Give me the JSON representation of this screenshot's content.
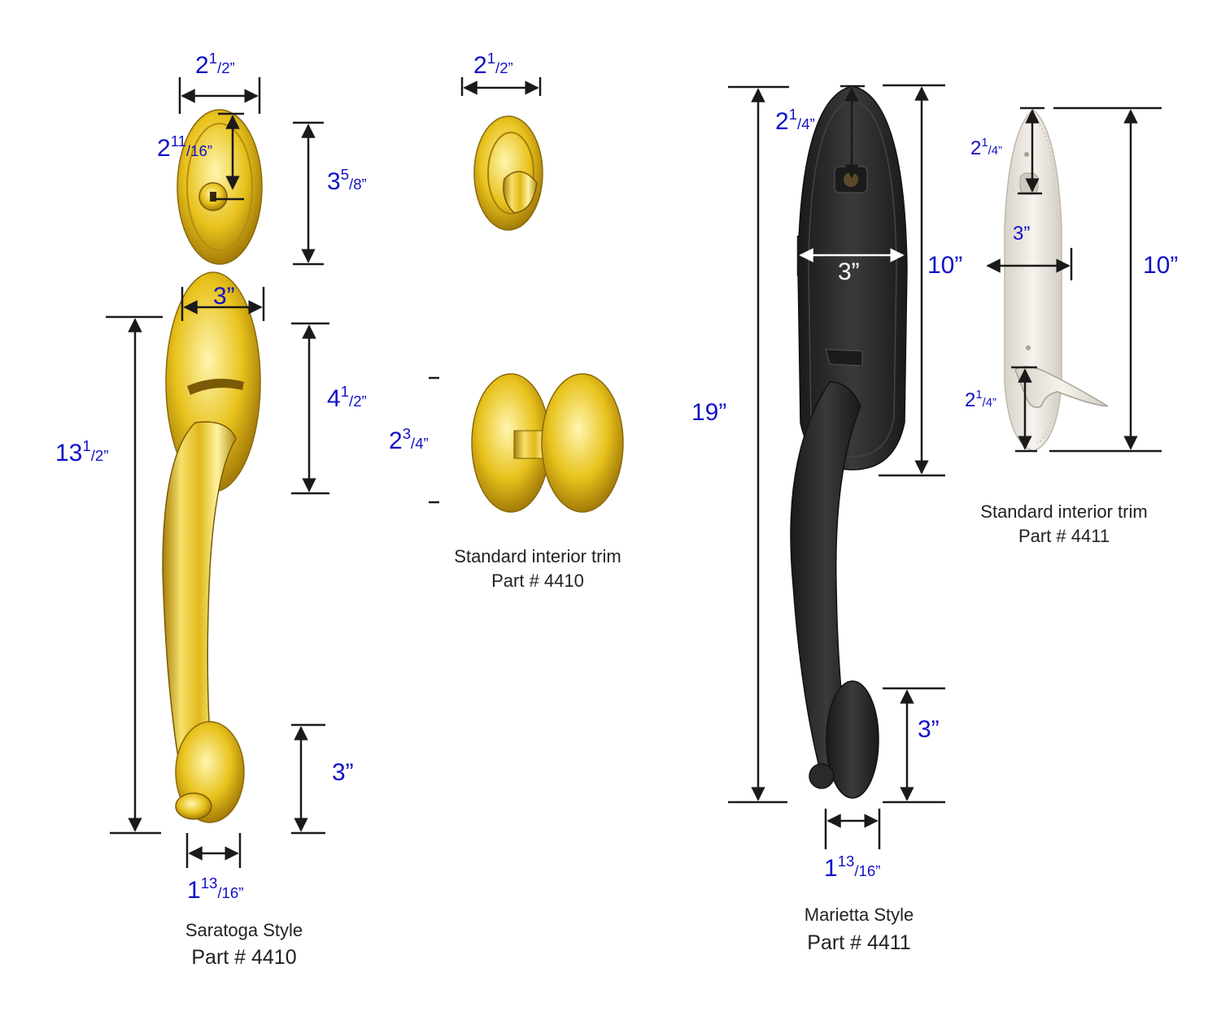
{
  "colors": {
    "dimension_text": "#1010c8",
    "caption_text": "#222222",
    "brass": "#e8c21c",
    "black_finish": "#2a2a2a",
    "satin_nickel": "#ece8e2"
  },
  "saratoga": {
    "deadbolt_width": {
      "whole": "2",
      "num": "1",
      "den": "2”"
    },
    "deadbolt_backset": {
      "whole": "2",
      "num": "11",
      "den": "16”"
    },
    "deadbolt_height": {
      "whole": "3",
      "num": "5",
      "den": "8”"
    },
    "plate_width": "3”",
    "overall_height": {
      "whole": "13",
      "num": "1",
      "den": "2”"
    },
    "top_plate_height": {
      "whole": "4",
      "num": "1",
      "den": "2”"
    },
    "bottom_plate_height": "3”",
    "bottom_width": {
      "whole": "1",
      "num": "13",
      "den": "16”"
    },
    "caption_line1": "Saratoga Style",
    "caption_line2": "Part # 4410"
  },
  "interior_4410": {
    "thumbturn_width": {
      "whole": "2",
      "num": "1",
      "den": "2”"
    },
    "knob_diameter": {
      "whole": "2",
      "num": "3",
      "den": "4”"
    },
    "caption_line1": "Standard interior trim",
    "caption_line2": "Part # 4410"
  },
  "marietta": {
    "backset": {
      "whole": "2",
      "num": "1",
      "den": "4”"
    },
    "plate_width": "3”",
    "plate_height": "10”",
    "overall_height": "19”",
    "bottom_plate_height": "3”",
    "bottom_width": {
      "whole": "1",
      "num": "13",
      "den": "16”"
    },
    "caption_line1": "Marietta Style",
    "caption_line2": "Part # 4411"
  },
  "interior_4411": {
    "top_backset": {
      "whole": "2",
      "num": "1",
      "den": "4”"
    },
    "plate_width": "3”",
    "plate_height": "10”",
    "bottom_backset": {
      "whole": "2",
      "num": "1",
      "den": "4”"
    },
    "caption_line1": "Standard interior trim",
    "caption_line2": "Part # 4411"
  }
}
